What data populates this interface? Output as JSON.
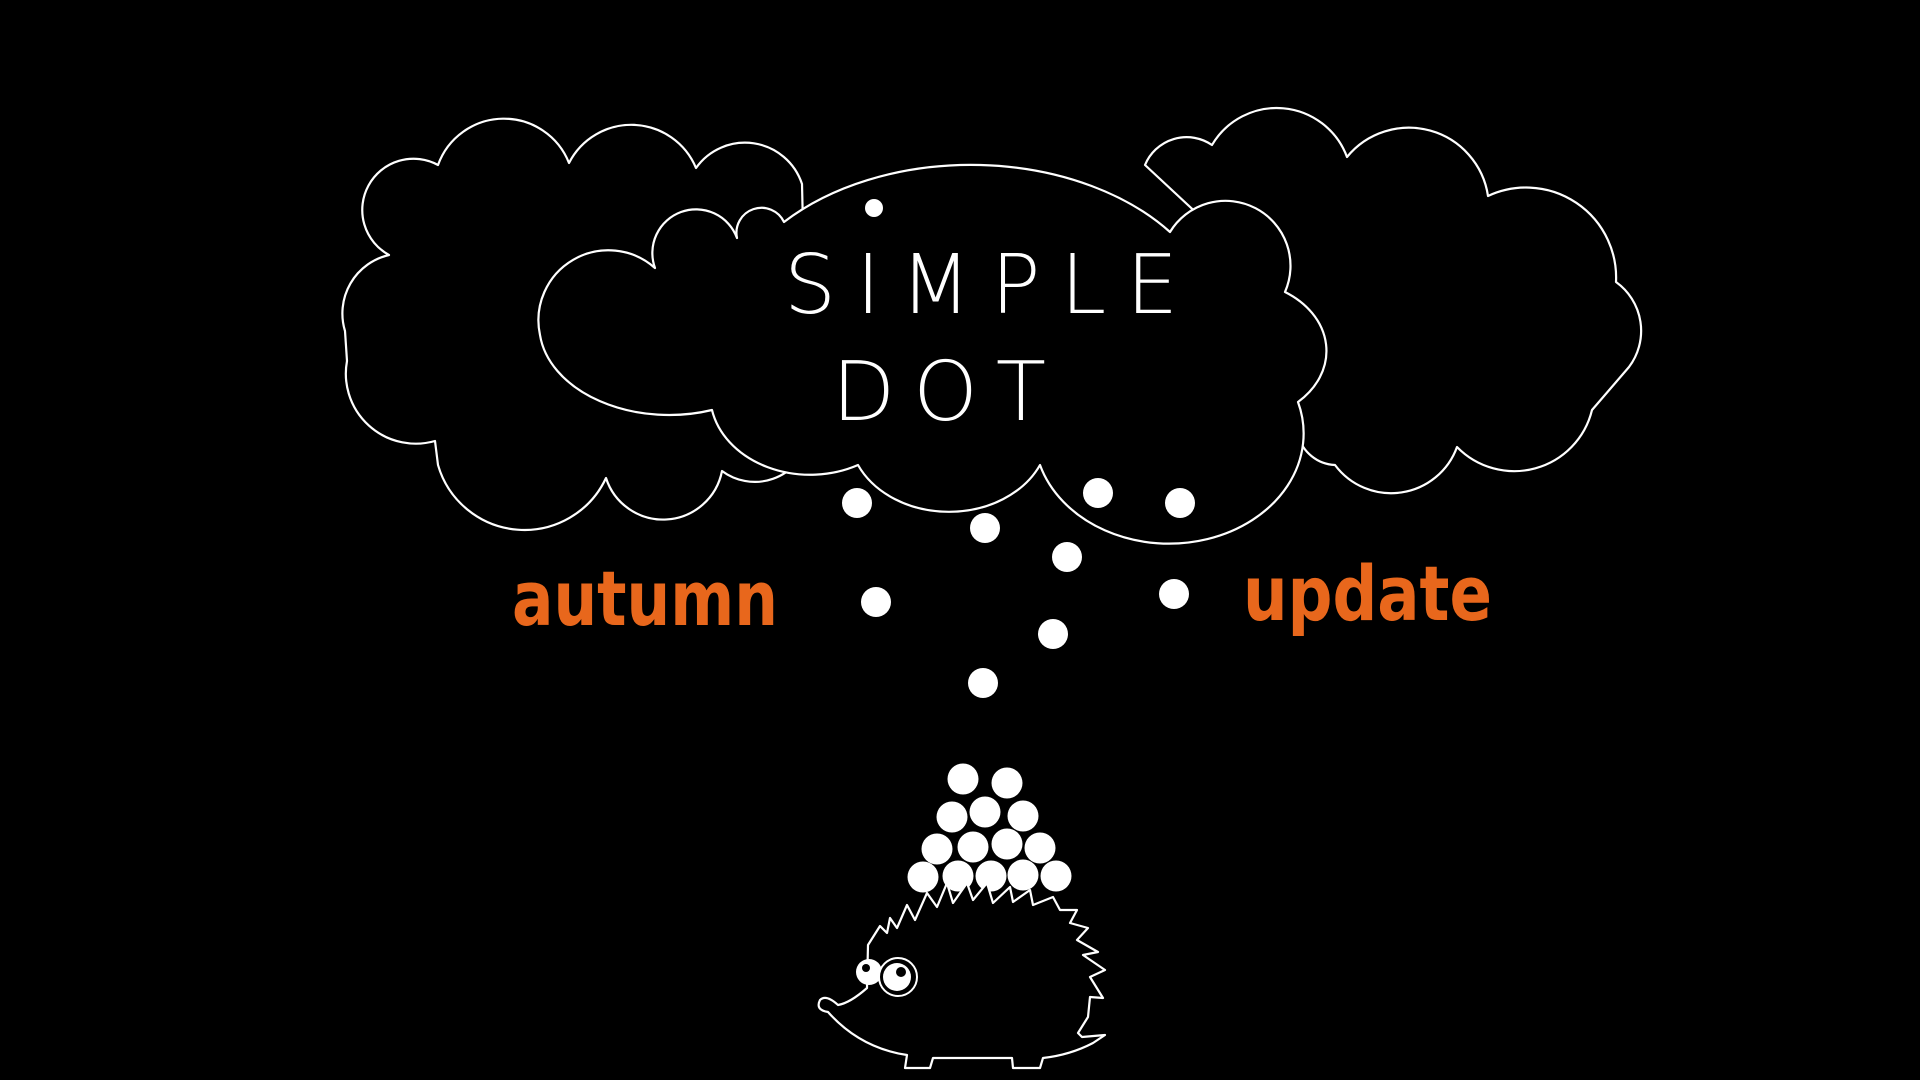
{
  "logo": {
    "line1": "SIMPLE",
    "line2": "DOT"
  },
  "tagline": {
    "left": "autumn",
    "right": "update"
  },
  "colors": {
    "background": "#000000",
    "outline": "#ffffff",
    "accent": "#e8671c"
  },
  "icons": {
    "clouds": "cloud-icon",
    "dots": "dot-icon",
    "mascot": "hedgehog-icon"
  }
}
